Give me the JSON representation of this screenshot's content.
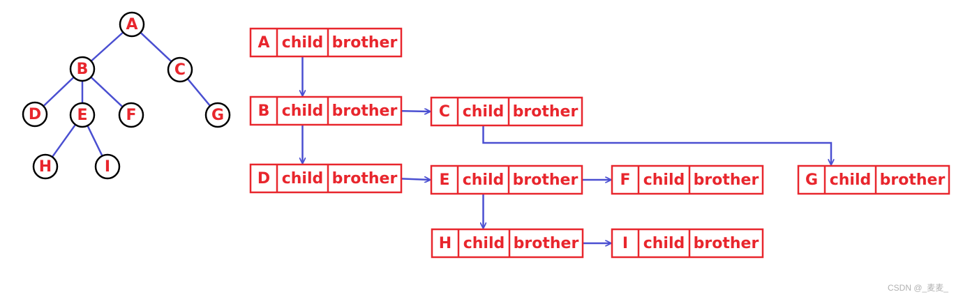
{
  "tree": {
    "nodes": [
      "A",
      "B",
      "C",
      "D",
      "E",
      "F",
      "G",
      "H",
      "I"
    ],
    "edges": [
      [
        "A",
        "B"
      ],
      [
        "A",
        "C"
      ],
      [
        "B",
        "D"
      ],
      [
        "B",
        "E"
      ],
      [
        "B",
        "F"
      ],
      [
        "C",
        "G"
      ],
      [
        "E",
        "H"
      ],
      [
        "E",
        "I"
      ]
    ]
  },
  "boxes": [
    {
      "id": "A",
      "child_label": "child",
      "brother_label": "brother"
    },
    {
      "id": "B",
      "child_label": "child",
      "brother_label": "brother"
    },
    {
      "id": "C",
      "child_label": "child",
      "brother_label": "brother"
    },
    {
      "id": "D",
      "child_label": "child",
      "brother_label": "brother"
    },
    {
      "id": "E",
      "child_label": "child",
      "brother_label": "brother"
    },
    {
      "id": "F",
      "child_label": "child",
      "brother_label": "brother"
    },
    {
      "id": "G",
      "child_label": "child",
      "brother_label": "brother"
    },
    {
      "id": "H",
      "child_label": "child",
      "brother_label": "brother"
    },
    {
      "id": "I",
      "child_label": "child",
      "brother_label": "brother"
    }
  ],
  "links": [
    {
      "from": "A",
      "to": "B",
      "kind": "child"
    },
    {
      "from": "B",
      "to": "D",
      "kind": "child"
    },
    {
      "from": "B",
      "to": "C",
      "kind": "brother"
    },
    {
      "from": "C",
      "to": "G",
      "kind": "child"
    },
    {
      "from": "D",
      "to": "E",
      "kind": "brother"
    },
    {
      "from": "E",
      "to": "F",
      "kind": "brother"
    },
    {
      "from": "E",
      "to": "H",
      "kind": "child"
    },
    {
      "from": "H",
      "to": "I",
      "kind": "brother"
    }
  ],
  "colors": {
    "box": "#e8262d",
    "arrow": "#4a4fd1",
    "circle": "#000000"
  },
  "watermark": "CSDN @_麦麦_"
}
